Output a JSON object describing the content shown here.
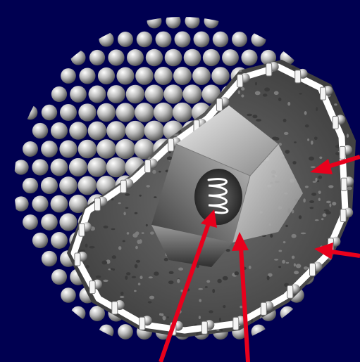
{
  "diagram": {
    "subject": "herpesvirus-virion-cutaway",
    "colors": {
      "background": "#000051",
      "arrow": "#e8001c",
      "capsomer_light": "#f2f2f2",
      "capsomer_dark": "#555555",
      "membrane": "#ffffff",
      "tegument": "#5a5a5a",
      "capsid_light": "#d9d9d9",
      "capsid_dark": "#404040",
      "dna": "#ffffff"
    },
    "arrows": [
      {
        "id": "arrow-tegument",
        "points_to": "tegument"
      },
      {
        "id": "arrow-envelope",
        "points_to": "envelope-glycoproteins"
      },
      {
        "id": "arrow-dna",
        "points_to": "dna-core"
      },
      {
        "id": "arrow-capsid",
        "points_to": "capsid"
      }
    ]
  }
}
